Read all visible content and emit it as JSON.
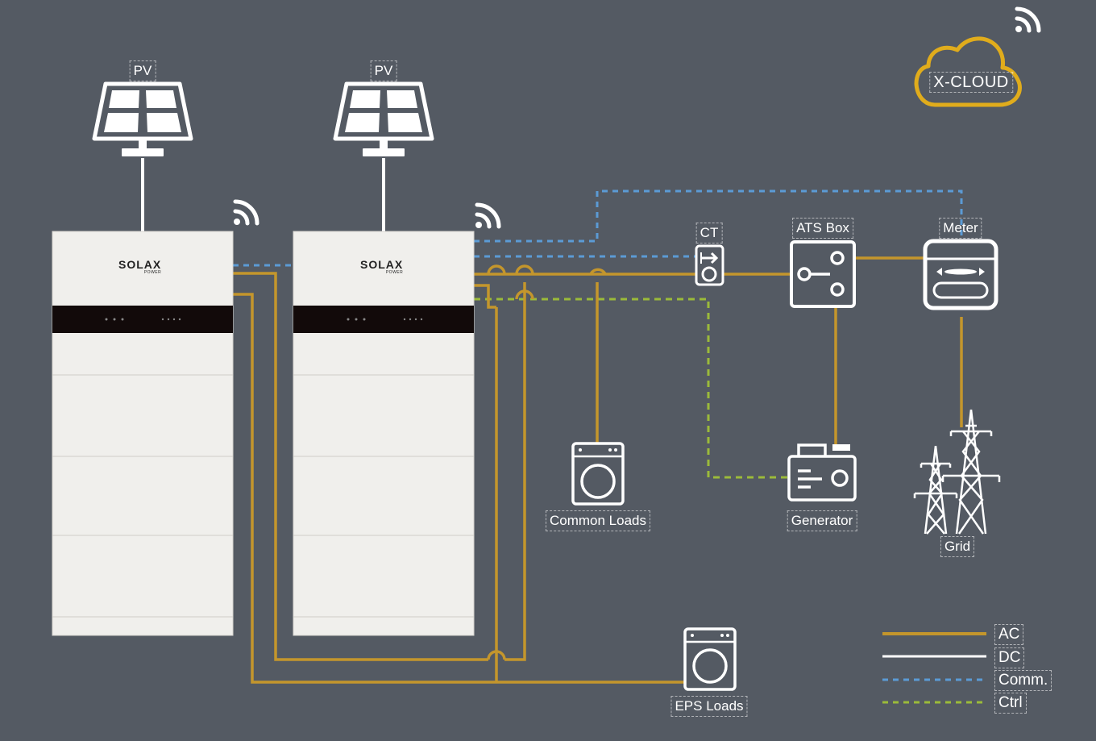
{
  "labels": {
    "pv_left": "PV",
    "pv_right": "PV",
    "x_cloud": "X-CLOUD",
    "ct": "CT",
    "ats_box": "ATS Box",
    "meter": "Meter",
    "common_loads": "Common Loads",
    "generator": "Generator",
    "grid": "Grid",
    "eps_loads": "EPS Loads"
  },
  "inverters": [
    {
      "brand": "SOLAX",
      "sub": "POWER"
    },
    {
      "brand": "SOLAX",
      "sub": "POWER"
    }
  ],
  "legend": [
    {
      "label": "AC",
      "color": "#c4962c",
      "style": "solid"
    },
    {
      "label": "DC",
      "color": "#ffffff",
      "style": "solid"
    },
    {
      "label": "Comm.",
      "color": "#5b9bd5",
      "style": "dashed"
    },
    {
      "label": "Ctrl",
      "color": "#9bbb3a",
      "style": "dashed"
    }
  ],
  "colors": {
    "background": "#545a63",
    "ac": "#c4962c",
    "dc": "#ffffff",
    "comm": "#5b9bd5",
    "ctrl": "#9bbb3a",
    "cloud": "#e0ac1c"
  },
  "icons": [
    "solar-panel-icon",
    "wifi-icon",
    "cloud-icon",
    "ct-icon",
    "ats-box-icon",
    "meter-icon",
    "washing-machine-icon",
    "generator-icon",
    "transmission-tower-icon"
  ]
}
